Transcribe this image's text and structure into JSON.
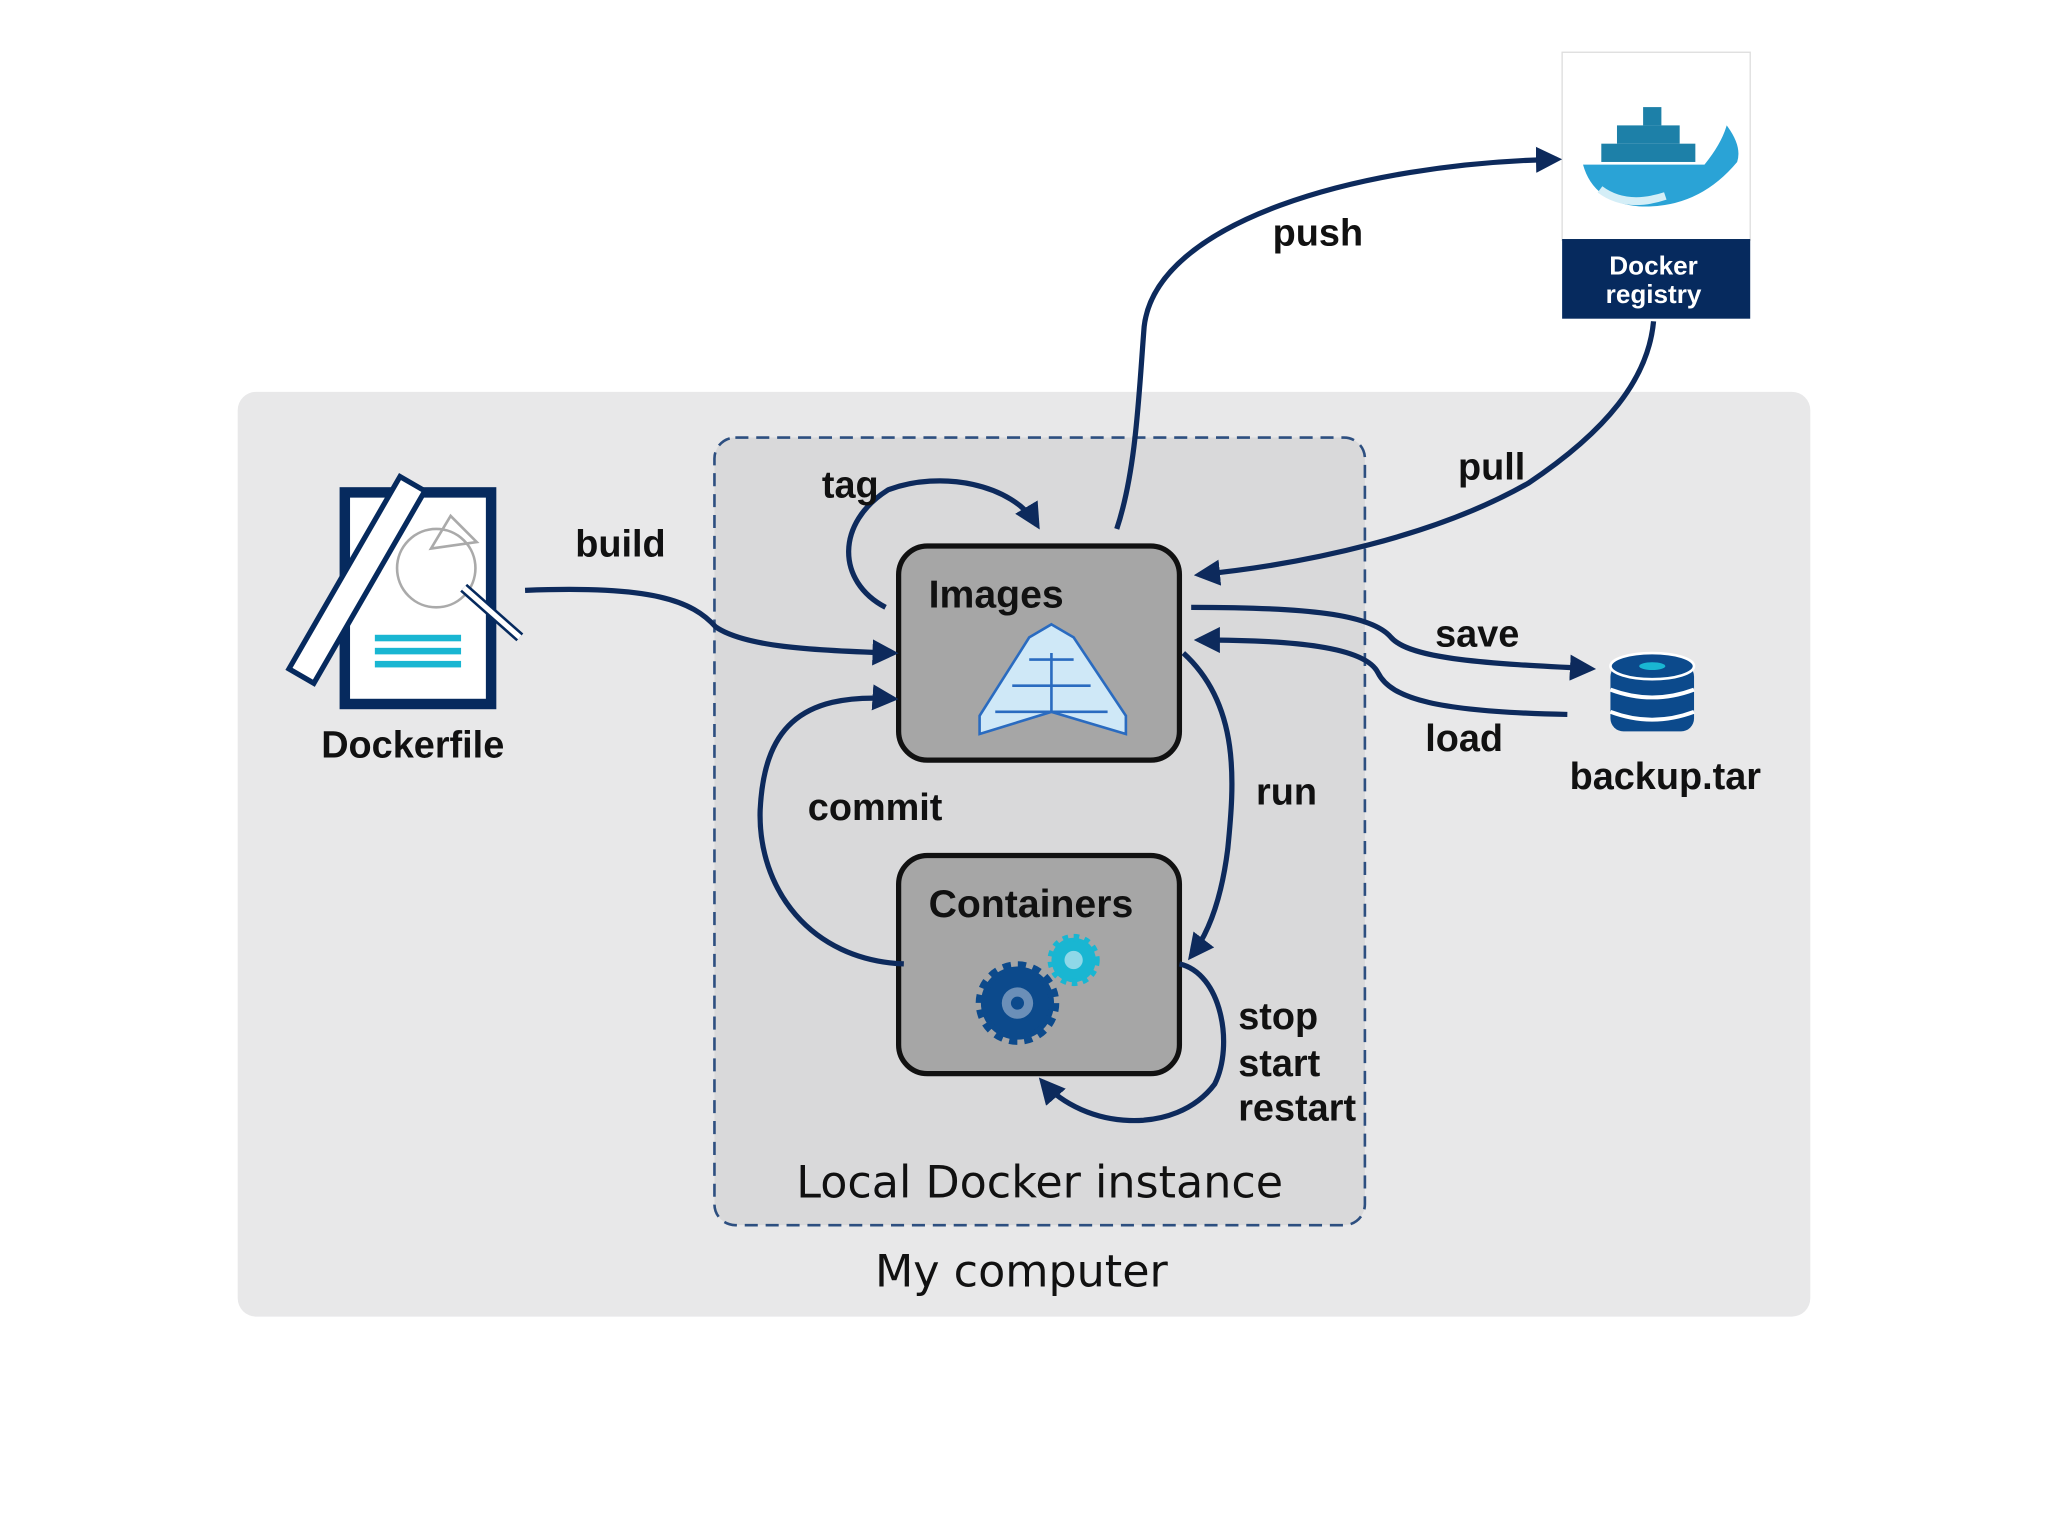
{
  "colors": {
    "arrow": "#0d2a5c",
    "registry_navy": "#062a5e",
    "docker_blue": "#2aa3d6",
    "accent_cyan": "#19b6d2",
    "box_gray": "#a6a6a6"
  },
  "areas": {
    "my_computer": "My computer",
    "local_instance": "Local Docker instance"
  },
  "nodes": {
    "dockerfile": "Dockerfile",
    "images": "Images",
    "containers": "Containers",
    "registry_line1": "Docker",
    "registry_line2": "registry",
    "backup": "backup.tar"
  },
  "edges": {
    "build": "build",
    "tag": "tag",
    "push": "push",
    "pull": "pull",
    "save": "save",
    "load": "load",
    "run": "run",
    "commit": "commit",
    "stop": "stop",
    "start": "start",
    "restart": "restart"
  },
  "icons": [
    "dockerfile-document-icon",
    "image-cubes-icon",
    "gears-icon",
    "docker-whale-icon",
    "database-icon"
  ]
}
